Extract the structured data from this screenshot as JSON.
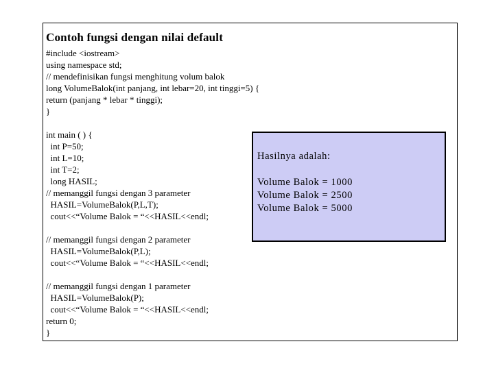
{
  "slide": {
    "title": "Contoh fungsi dengan nilai default",
    "code_lines": [
      "#include <iostream>",
      "using namespace std;",
      "// mendefinisikan fungsi menghitung volum balok",
      "long VolumeBalok(int panjang, int lebar=20, int tinggi=5) {",
      "return (panjang * lebar * tinggi);",
      "}",
      "",
      "int main ( ) {",
      "  int P=50;",
      "  int L=10;",
      "  int T=2;",
      "  long HASIL;",
      "// memanggil fungsi dengan 3 parameter",
      "  HASIL=VolumeBalok(P,L,T);",
      "  cout<<“Volume Balok = “<<HASIL<<endl;",
      "",
      "// memanggil fungsi dengan 2 parameter",
      "  HASIL=VolumeBalok(P,L);",
      "  cout<<“Volume Balok = “<<HASIL<<endl;",
      "",
      "// memanggil fungsi dengan 1 parameter",
      "  HASIL=VolumeBalok(P);",
      "  cout<<“Volume Balok = “<<HASIL<<endl;",
      "return 0;",
      "}"
    ],
    "output_box": {
      "heading": "Hasilnya adalah:",
      "results": [
        "Volume Balok = 1000",
        "Volume Balok = 2500",
        "Volume Balok = 5000"
      ],
      "background_color": "#cdccf5",
      "border_color": "#000000"
    }
  }
}
